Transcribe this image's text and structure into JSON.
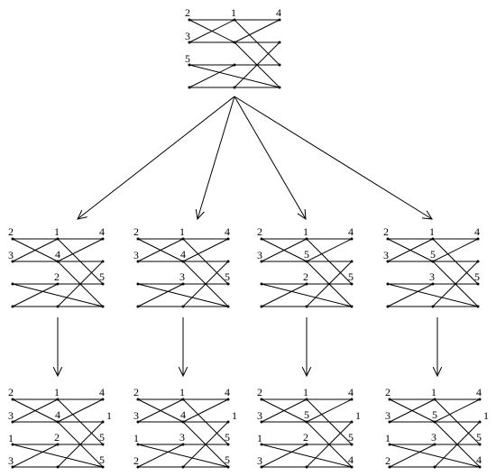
{
  "diagram": {
    "graphs": [
      {
        "id": "root",
        "labels": {
          "a": "2",
          "b": "1",
          "c": "4",
          "d": "3",
          "e": "",
          "f": "",
          "g": "5",
          "h": "",
          "i": "",
          "j": "",
          "k": "",
          "l": ""
        }
      },
      {
        "id": "mid-1",
        "labels": {
          "a": "2",
          "b": "1",
          "c": "4",
          "d": "3",
          "e": "4",
          "f": "",
          "g": "",
          "h": "2",
          "i": "5",
          "j": "",
          "k": "",
          "l": ""
        }
      },
      {
        "id": "mid-2",
        "labels": {
          "a": "2",
          "b": "1",
          "c": "4",
          "d": "3",
          "e": "4",
          "f": "",
          "g": "",
          "h": "3",
          "i": "5",
          "j": "",
          "k": "",
          "l": ""
        }
      },
      {
        "id": "mid-3",
        "labels": {
          "a": "2",
          "b": "1",
          "c": "4",
          "d": "3",
          "e": "5",
          "f": "",
          "g": "",
          "h": "2",
          "i": "5",
          "j": "",
          "k": "",
          "l": ""
        }
      },
      {
        "id": "mid-4",
        "labels": {
          "a": "2",
          "b": "1",
          "c": "4",
          "d": "3",
          "e": "5",
          "f": "",
          "g": "",
          "h": "3",
          "i": "5",
          "j": "",
          "k": "",
          "l": ""
        }
      },
      {
        "id": "bot-1",
        "labels": {
          "a": "2",
          "b": "1",
          "c": "4",
          "d": "3",
          "e": "4",
          "f": "1",
          "g": "1",
          "h": "2",
          "i": "5",
          "j": "3",
          "k": "",
          "l": "5"
        }
      },
      {
        "id": "bot-2",
        "labels": {
          "a": "2",
          "b": "1",
          "c": "4",
          "d": "3",
          "e": "4",
          "f": "1",
          "g": "1",
          "h": "3",
          "i": "5",
          "j": "2",
          "k": "",
          "l": "5"
        }
      },
      {
        "id": "bot-3",
        "labels": {
          "a": "2",
          "b": "1",
          "c": "4",
          "d": "3",
          "e": "5",
          "f": "1",
          "g": "1",
          "h": "2",
          "i": "5",
          "j": "3",
          "k": "",
          "l": "4"
        }
      },
      {
        "id": "bot-4",
        "labels": {
          "a": "2",
          "b": "1",
          "c": "4",
          "d": "3",
          "e": "5",
          "f": "1",
          "g": "1",
          "h": "3",
          "i": "5",
          "j": "2",
          "k": "",
          "l": "4"
        }
      }
    ],
    "edges": [
      [
        "a",
        "b"
      ],
      [
        "b",
        "c"
      ],
      [
        "a",
        "e"
      ],
      [
        "d",
        "b"
      ],
      [
        "d",
        "f"
      ],
      [
        "e",
        "f"
      ],
      [
        "b",
        "i"
      ],
      [
        "c",
        "e"
      ],
      [
        "g",
        "h"
      ],
      [
        "h",
        "i"
      ],
      [
        "g",
        "l"
      ],
      [
        "j",
        "h"
      ],
      [
        "j",
        "k"
      ],
      [
        "k",
        "l"
      ],
      [
        "e",
        "l"
      ],
      [
        "f",
        "k"
      ]
    ]
  }
}
